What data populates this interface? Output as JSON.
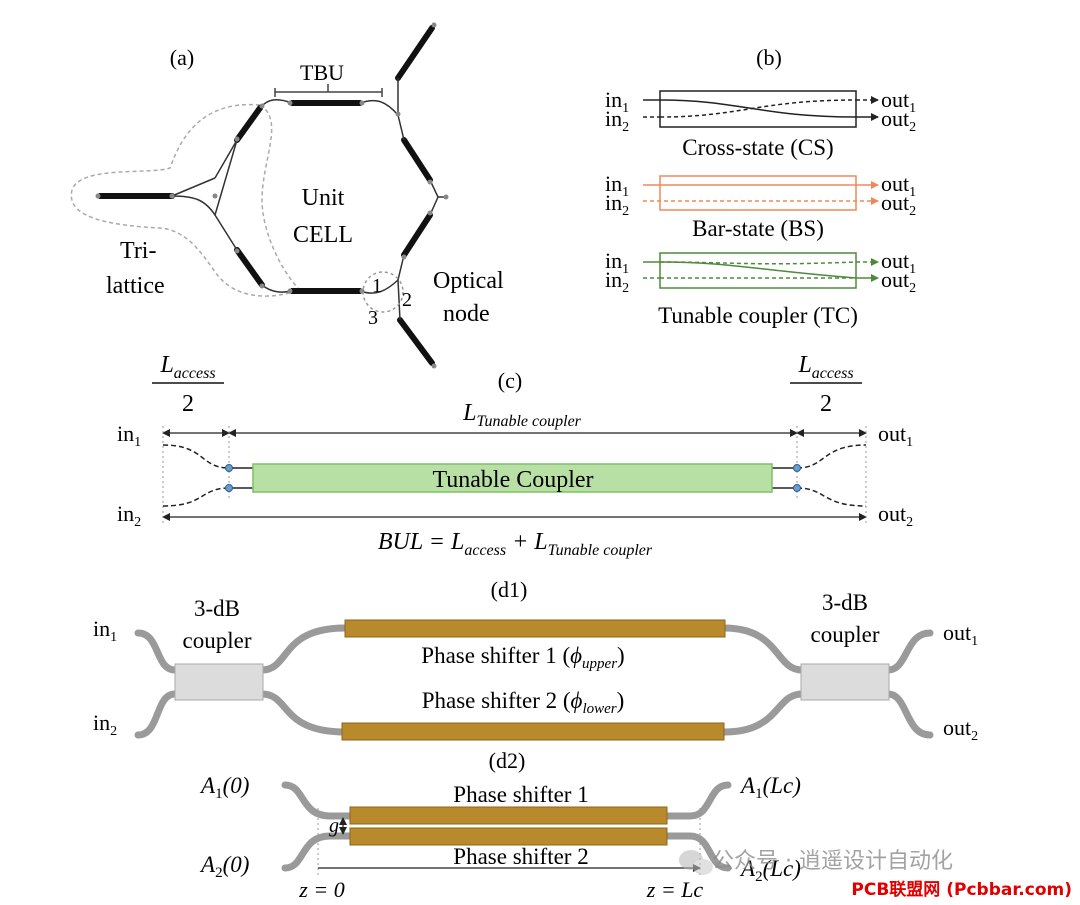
{
  "panel_a": {
    "label": "(a)",
    "tbu": "TBU",
    "unit_1": "Unit",
    "unit_2": "CELL",
    "tri_1": "Tri-",
    "tri_2": "lattice",
    "optical_1": "Optical",
    "optical_2": "node",
    "port_1": "1",
    "port_2": "2",
    "port_3": "3"
  },
  "panel_b": {
    "label": "(b)",
    "in": "in",
    "out": "out",
    "sub_1": "1",
    "sub_2": "2",
    "cs_label": "Cross-state (CS)",
    "bs_label": "Bar-state (BS)",
    "tc_label": "Tunable coupler (TC)",
    "colors": {
      "cs": "#222222",
      "bs": "#f0875a",
      "tc": "#4e8a3c"
    }
  },
  "panel_c": {
    "label": "(c)",
    "frac_top": "L",
    "frac_sub": "access",
    "frac_bottom": "2",
    "ltc": "L",
    "ltc_sub": "Tunable coupler",
    "coupler_text": "Tunable Coupler",
    "in": "in",
    "out": "out",
    "sub_1": "1",
    "sub_2": "2",
    "bul": "BUL = L",
    "bul_sub_1": "access",
    "bul_plus": " + L",
    "bul_sub_2": "Tunable coupler",
    "colors": {
      "coupler_fill": "#b8e0a4",
      "coupler_stroke": "#7fbf6a",
      "node": "#6a9ccc"
    }
  },
  "panel_d1": {
    "label": "(d1)",
    "coupler_1": "3-dB",
    "coupler_2": "coupler",
    "in": "in",
    "out": "out",
    "sub_1": "1",
    "sub_2": "2",
    "ps1": "Phase shifter 1 (",
    "ps1_phi": "ϕ",
    "ps1_sub": "upper",
    "ps2": "Phase shifter 2 (",
    "ps2_phi": "ϕ",
    "ps2_sub": "lower",
    "close_paren": ")",
    "colors": {
      "shifter": "#b98a2c",
      "coupler_box": "#dcdcdc",
      "waveguide": "#9a9a9a"
    }
  },
  "panel_d2": {
    "label": "(d2)",
    "a": "A",
    "a1_arg_left": "(0)",
    "a2_arg_left": "(0)",
    "a1_arg_right": "(Lc)",
    "a2_arg_right": "(Lc)",
    "sub_1": "1",
    "sub_2": "2",
    "ps1": "Phase shifter 1",
    "ps2": "Phase shifter 2",
    "gap": "g",
    "z0": "z = 0",
    "zlc": "z = Lc"
  },
  "watermark": {
    "wechat": "公众号 · 逍遥设计自动化",
    "site": "PCB联盟网 (Pcbbar.com)",
    "colors": {
      "site": "#e00000"
    }
  }
}
